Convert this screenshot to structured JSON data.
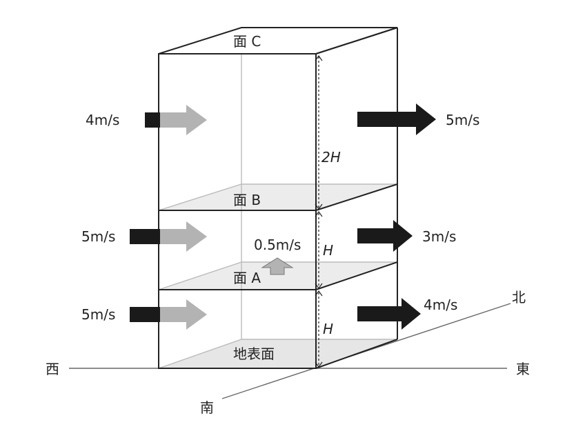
{
  "faces": {
    "c": "面 C",
    "b": "面 B",
    "a": "面 A",
    "ground": "地表面"
  },
  "heights": {
    "top": "2H",
    "middle": "H",
    "bottom": "H"
  },
  "winds": {
    "inflow_top": "4m/s",
    "inflow_middle": "5m/s",
    "inflow_bottom": "5m/s",
    "outflow_top": "5m/s",
    "outflow_middle": "3m/s",
    "outflow_bottom": "4m/s",
    "updraft": "0.5m/s"
  },
  "compass": {
    "west": "西",
    "east": "東",
    "north": "北",
    "south": "南"
  },
  "colors": {
    "line": "#222222",
    "light_line": "#bbbbbb",
    "face_fill": "#e6e6e6",
    "inflow_arrow": "#b3b3b3",
    "outflow_arrow": "#1a1a1a"
  }
}
